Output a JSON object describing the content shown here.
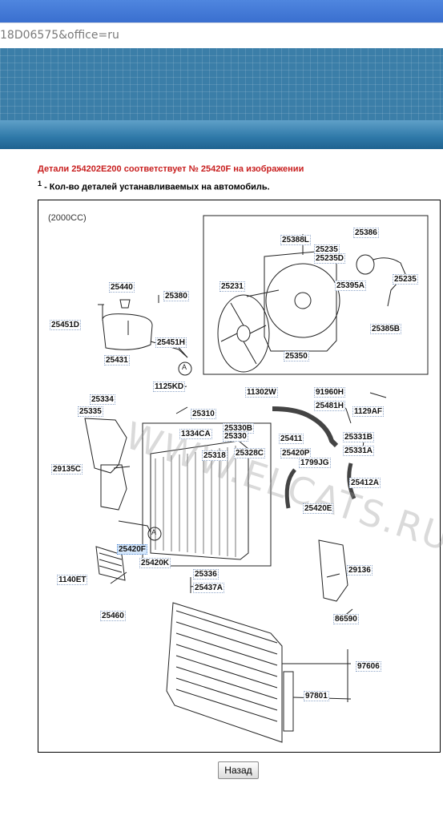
{
  "browser": {
    "address_text": "18D06575&office=ru"
  },
  "page": {
    "info_text": "Детали 254202E200 соответствует № 25420F на изображении",
    "note_sup": "1",
    "note_text": " - Кол-во деталей устанавливаемых на автомобиль.",
    "back_label": "Назад"
  },
  "diagram": {
    "caption": "(2000CC)",
    "watermark": "WWW.ELCATS.RU",
    "circle_label": "A",
    "parts": [
      "25388L",
      "25386",
      "25235",
      "25235D",
      "25235",
      "25395A",
      "25385B",
      "25440",
      "25380",
      "25231",
      "25451D",
      "25451H",
      "25431",
      "25350",
      "1125KD",
      "11302W",
      "91960H",
      "25334",
      "25481H",
      "1129AF",
      "25335",
      "25310",
      "25330B",
      "25330",
      "1334CA",
      "25411",
      "25331B",
      "25328C",
      "25420P",
      "25331A",
      "29135C",
      "25318",
      "1799JG",
      "25412A",
      "25420E",
      "25420F",
      "25420K",
      "25336",
      "29136",
      "1140ET",
      "25437A",
      "25460",
      "86590",
      "97606",
      "97801"
    ],
    "highlighted_part": "25420F"
  }
}
